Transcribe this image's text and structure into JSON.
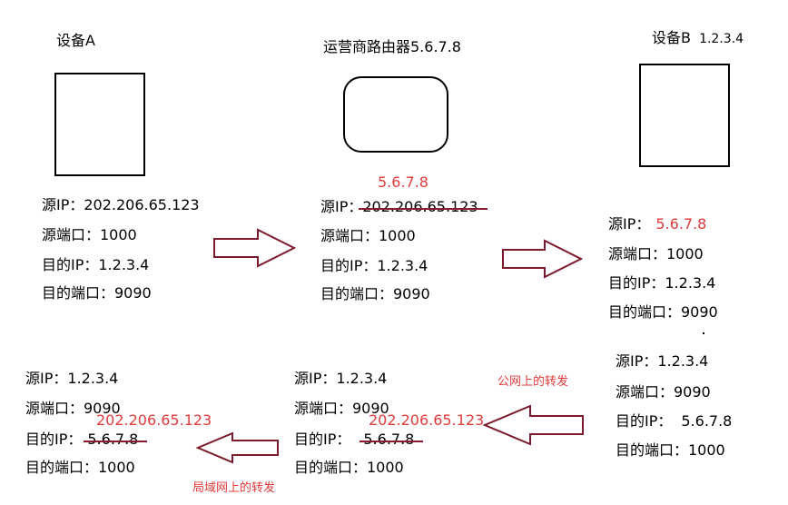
{
  "devices": {
    "a": {
      "title": "设备A"
    },
    "router": {
      "title": "运营商路由器5.6.7.8"
    },
    "b": {
      "title": "设备B",
      "ip": "1.2.3.4"
    }
  },
  "packets": {
    "p1": {
      "src_ip": "源IP：202.206.65.123",
      "src_port": "源端口：1000",
      "dst_ip": "目的IP：1.2.3.4",
      "dst_port": "目的端口：9090"
    },
    "p2": {
      "new_src": "5.6.7.8",
      "src_ip_label": "源IP：",
      "src_ip_old": "202.206.65.123",
      "src_port": "源端口：1000",
      "dst_ip": "目的IP：1.2.3.4",
      "dst_port": "目的端口：9090"
    },
    "p3": {
      "src_ip_label": "源IP：",
      "src_ip_value": "5.6.7.8",
      "src_port": "源端口：1000",
      "dst_ip": "目的IP：1.2.3.4",
      "dst_port": "目的端口：9090"
    },
    "p4": {
      "src_ip": "源IP：1.2.3.4",
      "src_port": "源端口：9090",
      "dst_ip_label": "目的IP：",
      "dst_ip_value": "5.6.7.8",
      "dst_port": "目的端口：1000"
    },
    "p5": {
      "src_ip": "源IP：1.2.3.4",
      "src_port": "源端口：9090",
      "dst_ip_label": "目的IP：",
      "dst_ip_old": "5.6.7.8",
      "dst_ip_new": "202.206.65.123",
      "dst_port": "目的端口：1000"
    },
    "p6": {
      "src_ip": "源IP：1.2.3.4",
      "src_port": "源端口：9090",
      "dst_ip_label": "目的IP：",
      "dst_ip_old": "5.6.7.8",
      "dst_ip_new": "202.206.65.123",
      "dst_port": "目的端口：1000"
    }
  },
  "labels": {
    "public": "公网上的转发",
    "local": "局域网上的转发"
  },
  "colors": {
    "arrow": "#7a1a2a",
    "highlight": "#e23b3b"
  }
}
